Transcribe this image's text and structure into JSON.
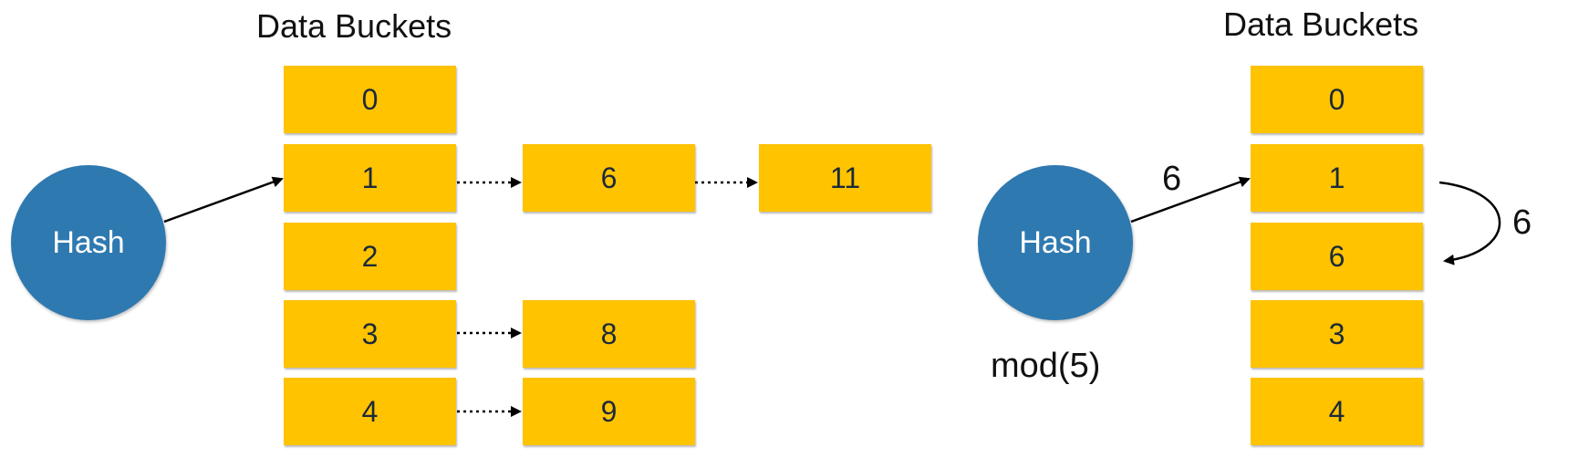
{
  "left": {
    "title": "Data Buckets",
    "hash": "Hash",
    "buckets": [
      "0",
      "1",
      "2",
      "3",
      "4"
    ],
    "chain_row1": [
      "6",
      "11"
    ],
    "chain_row3": "8",
    "chain_row4": "9"
  },
  "right": {
    "title": "Data Buckets",
    "hash": "Hash",
    "function": "mod(5)",
    "arrow_value": "6",
    "probe_value": "6",
    "buckets": [
      "0",
      "1",
      "6",
      "3",
      "4"
    ]
  },
  "colors": {
    "bucket": "#FFC300",
    "hash": "#2E79B0",
    "arrow": "#000000"
  }
}
